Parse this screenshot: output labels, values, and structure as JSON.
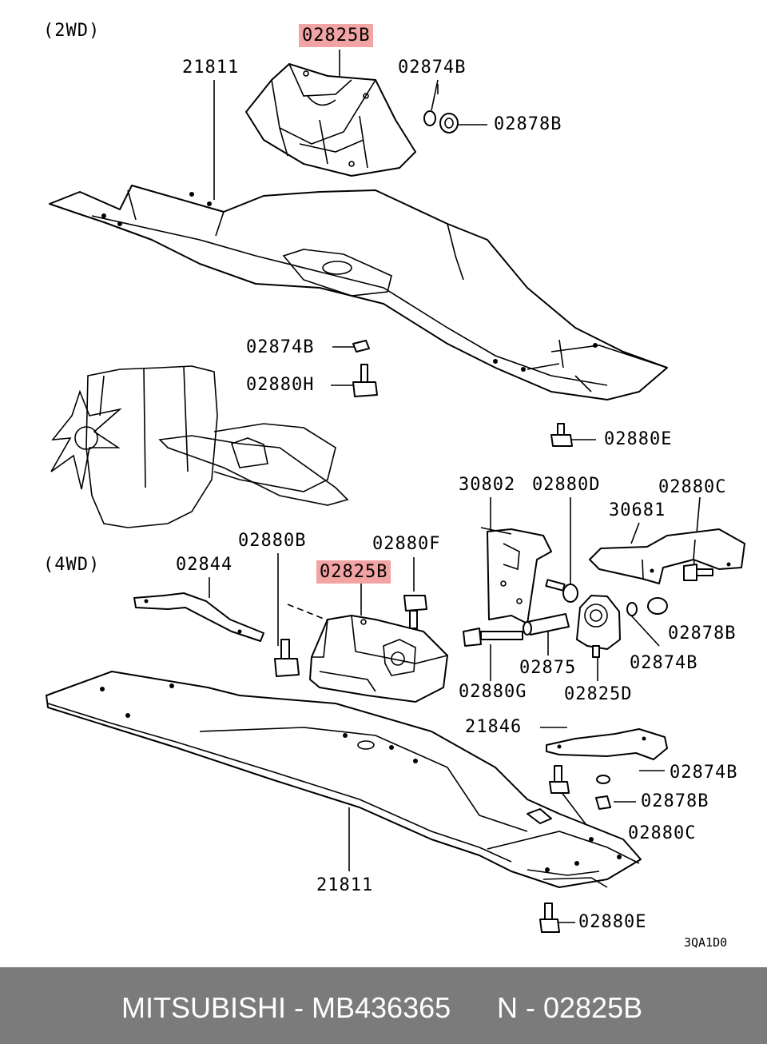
{
  "sections": {
    "two_wd": "(2WD)",
    "four_wd": "(4WD)"
  },
  "labels": {
    "part_02825B_top": "02825B",
    "part_21811_top": "21811",
    "part_02874B_top": "02874B",
    "part_02878B_top": "02878B",
    "part_02874B_mid": "02874B",
    "part_02880H": "02880H",
    "part_02880E_mid": "02880E",
    "part_30802": "30802",
    "part_02880D": "02880D",
    "part_02880C_right": "02880C",
    "part_30681": "30681",
    "part_02880B": "02880B",
    "part_02880F": "02880F",
    "part_02844": "02844",
    "part_02825B_bottom": "02825B",
    "part_02878B_right": "02878B",
    "part_02875": "02875",
    "part_02874B_right": "02874B",
    "part_02880G": "02880G",
    "part_02825D": "02825D",
    "part_21846": "21846",
    "part_02874B_lower": "02874B",
    "part_02878B_lower": "02878B",
    "part_02880C_lower": "02880C",
    "part_21811_bottom": "21811",
    "part_02880E_bottom": "02880E"
  },
  "diagram_code": "3QA1D0",
  "footer": {
    "brand": "MITSUBISHI - MB436365",
    "part_number": "N - 02825B"
  },
  "colors": {
    "highlight": "#f2a3a3",
    "footer_bg": "#7b7b7b",
    "footer_text": "#ffffff"
  }
}
